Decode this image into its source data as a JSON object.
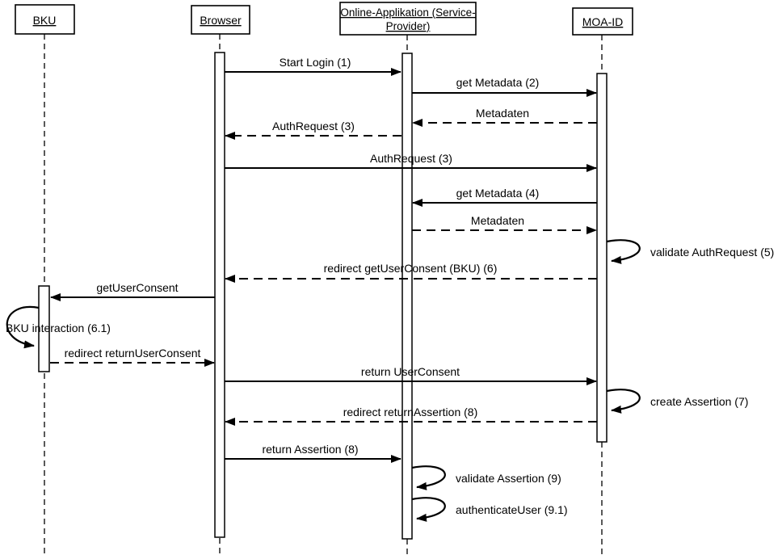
{
  "diagram": {
    "type": "uml-sequence-diagram",
    "colors": {
      "background": "#ffffff",
      "line": "#000000",
      "box_fill": "#ffffff"
    },
    "actors": [
      {
        "id": "bku",
        "label": "BKU"
      },
      {
        "id": "browser",
        "label": "Browser"
      },
      {
        "id": "service-provider",
        "label_line1": "Online-Applikation (Service-",
        "label_line2": "Provider)"
      },
      {
        "id": "moa-id",
        "label": "MOA-ID"
      }
    ],
    "messages": [
      {
        "n": 1,
        "label": "Start Login (1)",
        "from": "Browser",
        "to": "Online-Applikation (Service-Provider)",
        "line": "solid"
      },
      {
        "n": 2,
        "label": "get Metadata (2)",
        "from": "Online-Applikation (Service-Provider)",
        "to": "MOA-ID",
        "line": "solid"
      },
      {
        "n": 3,
        "label": "Metadaten",
        "from": "MOA-ID",
        "to": "Online-Applikation (Service-Provider)",
        "line": "dashed"
      },
      {
        "n": 4,
        "label": "AuthRequest (3)",
        "from": "Online-Applikation (Service-Provider)",
        "to": "Browser",
        "line": "dashed"
      },
      {
        "n": 5,
        "label": "AuthRequest (3)",
        "from": "Browser",
        "to": "MOA-ID",
        "line": "solid"
      },
      {
        "n": 6,
        "label": "get Metadata (4)",
        "from": "MOA-ID",
        "to": "Online-Applikation (Service-Provider)",
        "line": "solid"
      },
      {
        "n": 7,
        "label": "Metadaten",
        "from": "Online-Applikation (Service-Provider)",
        "to": "MOA-ID",
        "line": "dashed"
      },
      {
        "n": 8,
        "label": "validate AuthRequest (5)",
        "from": "MOA-ID",
        "to": "MOA-ID",
        "line": "self"
      },
      {
        "n": 9,
        "label": "redirect getUserConsent (BKU) (6)",
        "from": "MOA-ID",
        "to": "Browser",
        "line": "dashed"
      },
      {
        "n": 10,
        "label": "getUserConsent",
        "from": "Browser",
        "to": "BKU",
        "line": "solid"
      },
      {
        "n": 11,
        "label": "BKU interaction (6.1)",
        "from": "BKU",
        "to": "BKU",
        "line": "self"
      },
      {
        "n": 12,
        "label": "redirect returnUserConsent",
        "from": "BKU",
        "to": "Browser",
        "line": "dashed"
      },
      {
        "n": 13,
        "label": "return UserConsent",
        "from": "Browser",
        "to": "MOA-ID",
        "line": "solid"
      },
      {
        "n": 14,
        "label": "create Assertion (7)",
        "from": "MOA-ID",
        "to": "MOA-ID",
        "line": "self"
      },
      {
        "n": 15,
        "label": "redirect returnAssertion (8)",
        "from": "MOA-ID",
        "to": "Browser",
        "line": "dashed"
      },
      {
        "n": 16,
        "label": "return Assertion (8)",
        "from": "Browser",
        "to": "Online-Applikation (Service-Provider)",
        "line": "solid"
      },
      {
        "n": 17,
        "label": "validate Assertion (9)",
        "from": "Online-Applikation (Service-Provider)",
        "to": "Online-Applikation (Service-Provider)",
        "line": "self"
      },
      {
        "n": 18,
        "label": "authenticateUser (9.1)",
        "from": "Online-Applikation (Service-Provider)",
        "to": "Online-Applikation (Service-Provider)",
        "line": "self"
      }
    ]
  }
}
